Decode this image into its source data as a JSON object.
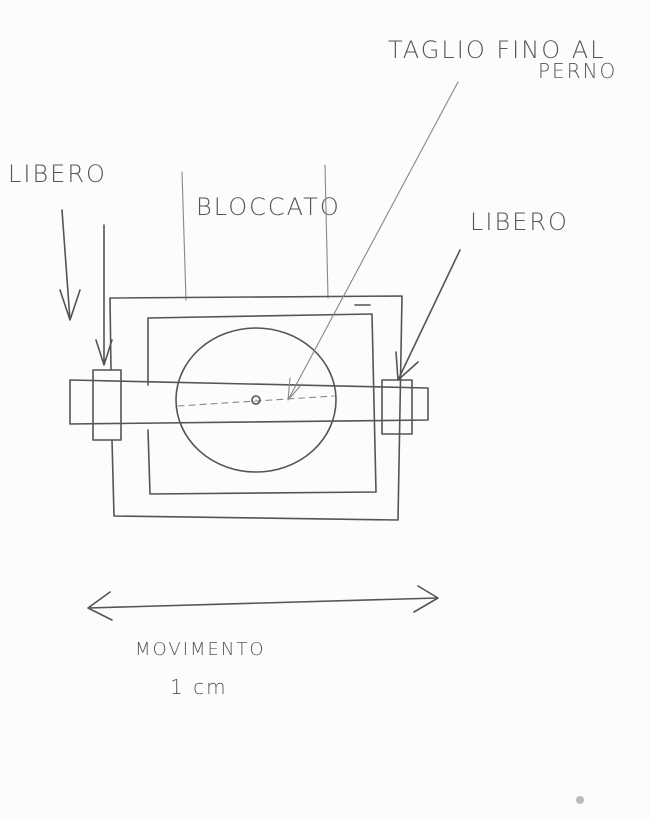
{
  "labels": {
    "cut_line1": "TAGLIO FINO AL",
    "cut_line2": "PERNO",
    "free_left": "LIBERO",
    "locked": "BLOCCATO",
    "free_right": "LIBERO",
    "movement": "MOVIMENTO",
    "distance": "1 cm"
  }
}
